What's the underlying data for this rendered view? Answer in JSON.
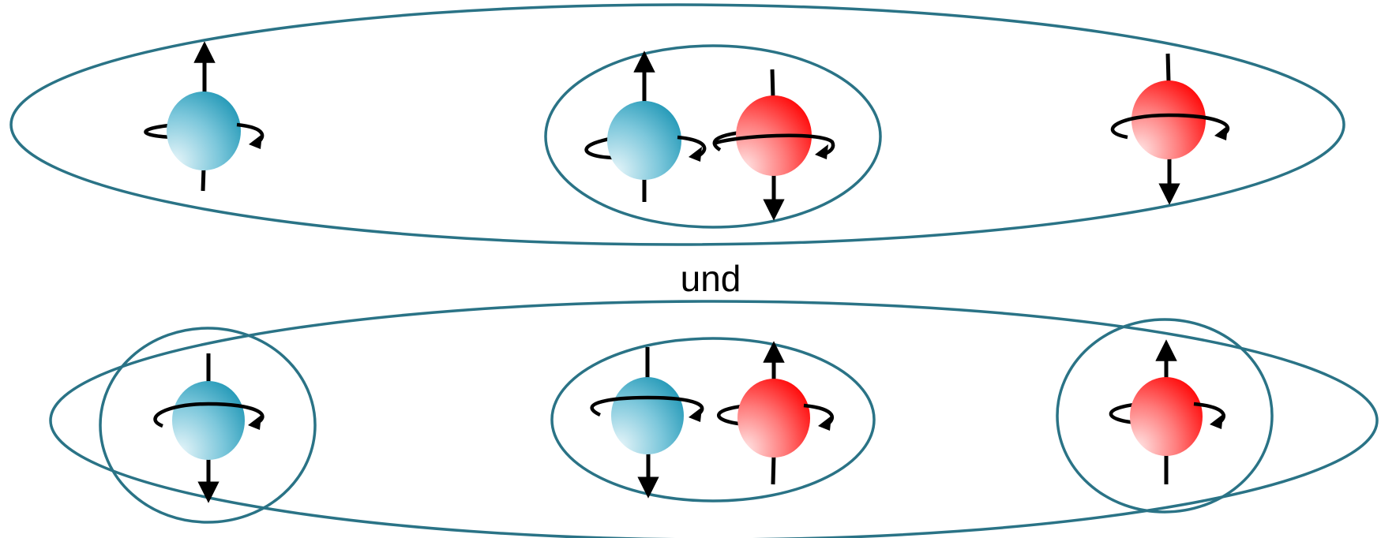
{
  "connector_word": "und",
  "colors": {
    "ring": "#2a7386",
    "particle_blue": "#2aa0bf",
    "particle_red": "#ff0000",
    "arrow": "#000000"
  },
  "configurations": [
    {
      "name": "top",
      "particles": [
        {
          "color": "blue",
          "spin": "up"
        },
        {
          "color": "blue",
          "spin": "up"
        },
        {
          "color": "red",
          "spin": "down"
        },
        {
          "color": "red",
          "spin": "down"
        }
      ]
    },
    {
      "name": "bottom",
      "particles": [
        {
          "color": "blue",
          "spin": "down"
        },
        {
          "color": "blue",
          "spin": "down"
        },
        {
          "color": "red",
          "spin": "up"
        },
        {
          "color": "red",
          "spin": "up"
        }
      ]
    }
  ]
}
